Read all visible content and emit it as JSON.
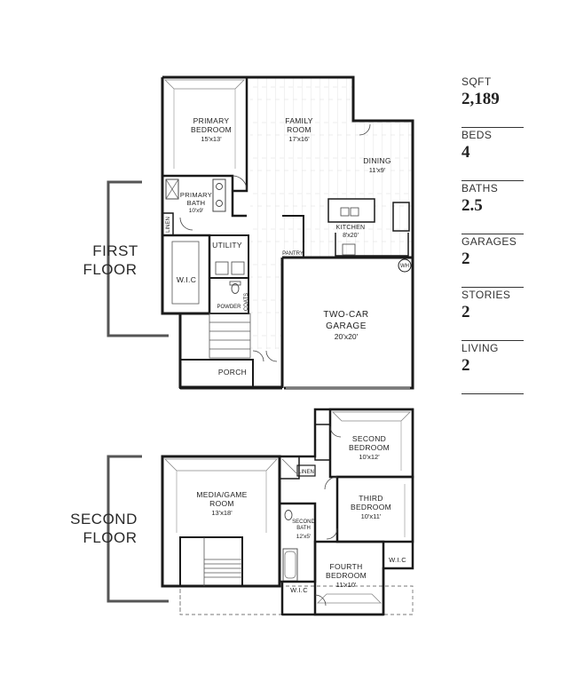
{
  "floors": {
    "first": {
      "label_line1": "FIRST",
      "label_line2": "FLOOR",
      "rooms": {
        "primary_bedroom": {
          "name_line1": "PRIMARY",
          "name_line2": "BEDROOM",
          "dim": "15'x13'"
        },
        "family_room": {
          "name_line1": "FAMILY",
          "name_line2": "ROOM",
          "dim": "17'x16'"
        },
        "dining": {
          "name": "DINING",
          "dim": "11'x9'"
        },
        "primary_bath": {
          "name_line1": "PRIMARY",
          "name_line2": "BATH",
          "dim": "10'x9'"
        },
        "linen": {
          "name": "LINEN"
        },
        "utility": {
          "name": "UTILITY"
        },
        "wic": {
          "name": "W.I.C"
        },
        "powder": {
          "name": "POWDER"
        },
        "coats": {
          "name": "COATS"
        },
        "kitchen": {
          "name": "KITCHEN",
          "dim": "8'x20'"
        },
        "pantry": {
          "name": "PANTRY"
        },
        "water_heater": {
          "name": "WH"
        },
        "garage": {
          "name_line1": "TWO-CAR",
          "name_line2": "GARAGE",
          "dim": "20'x20'"
        },
        "porch": {
          "name": "PORCH"
        }
      }
    },
    "second": {
      "label_line1": "SECOND",
      "label_line2": "FLOOR",
      "rooms": {
        "media_room": {
          "name_line1": "MEDIA/GAME",
          "name_line2": "ROOM",
          "dim": "13'x18'"
        },
        "second_bedroom": {
          "name_line1": "SECOND",
          "name_line2": "BEDROOM",
          "dim": "10'x12'"
        },
        "linen": {
          "name": "LINEN"
        },
        "third_bedroom": {
          "name_line1": "THIRD",
          "name_line2": "BEDROOM",
          "dim": "10'x11'"
        },
        "second_bath": {
          "name_line1": "SECOND",
          "name_line2": "BATH",
          "dim": "12'x5'"
        },
        "wic_third": {
          "name": "W.I.C"
        },
        "fourth_bedroom": {
          "name_line1": "FOURTH",
          "name_line2": "BEDROOM",
          "dim": "11'x10'"
        },
        "wic_fourth": {
          "name": "W.I.C"
        }
      }
    }
  },
  "stats": [
    {
      "label": "SQFT",
      "value": "2,189"
    },
    {
      "label": "BEDS",
      "value": "4"
    },
    {
      "label": "BATHS",
      "value": "2.5"
    },
    {
      "label": "GARAGES",
      "value": "2"
    },
    {
      "label": "STORIES",
      "value": "2"
    },
    {
      "label": "LIVING",
      "value": "2"
    }
  ],
  "colors": {
    "wall": "#1a1a1a",
    "bracket": "#555555",
    "floor_lines": "#d4d4d4",
    "background": "#ffffff"
  }
}
